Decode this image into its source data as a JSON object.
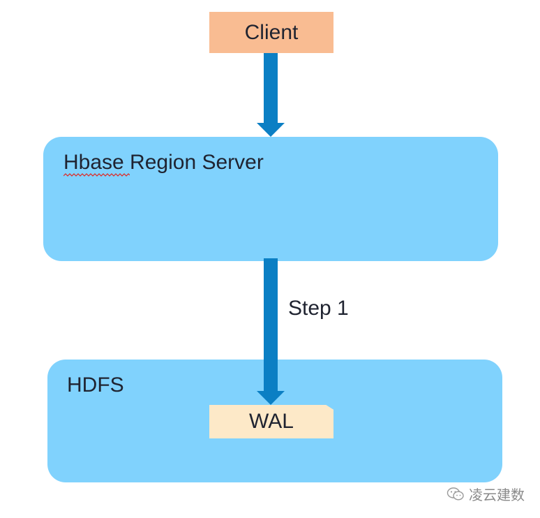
{
  "nodes": {
    "client": "Client",
    "region_server": "Hbase Region Server",
    "hdfs": "HDFS",
    "wal": "WAL"
  },
  "edges": [
    {
      "from": "client",
      "to": "region_server",
      "label": ""
    },
    {
      "from": "region_server",
      "to": "wal",
      "label": "Step 1"
    }
  ],
  "watermark": "凌云建数",
  "colors": {
    "client_fill": "#f9bc92",
    "container_fill": "#80d2fd",
    "wal_fill": "#fde9c8",
    "arrow": "#0b7fc4"
  }
}
